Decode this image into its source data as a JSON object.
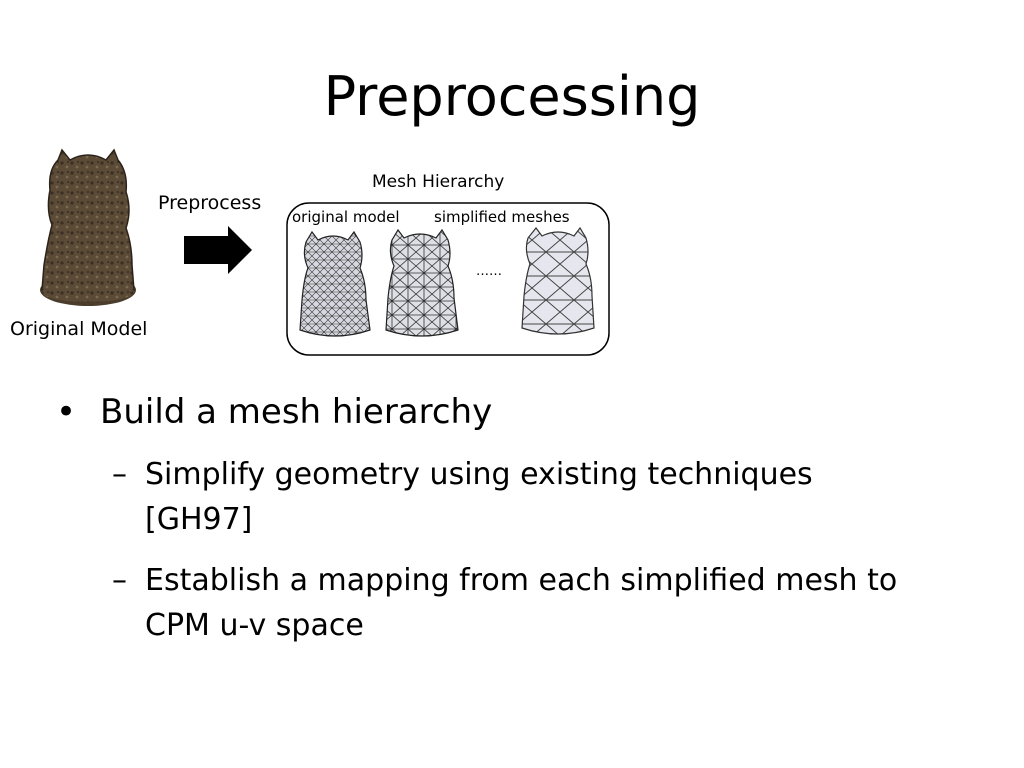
{
  "slide": {
    "title": "Preprocessing",
    "figure": {
      "original_label": "Original Model",
      "arrow_label": "Preprocess",
      "hierarchy_title": "Mesh Hierarchy",
      "original_mesh_label": "original model",
      "simplified_label": "simplified meshes",
      "ellipsis": "……",
      "colors": {
        "statue": "#5a4a36",
        "mesh_fill": "#dcdde4",
        "mesh_line": "#2a2a2a"
      }
    },
    "bullets": [
      {
        "text": "Build a mesh hierarchy",
        "sub": [
          "Simplify geometry using existing techniques [GH97]",
          "Establish a mapping from each simplified mesh to CPM u-v space"
        ]
      }
    ]
  }
}
